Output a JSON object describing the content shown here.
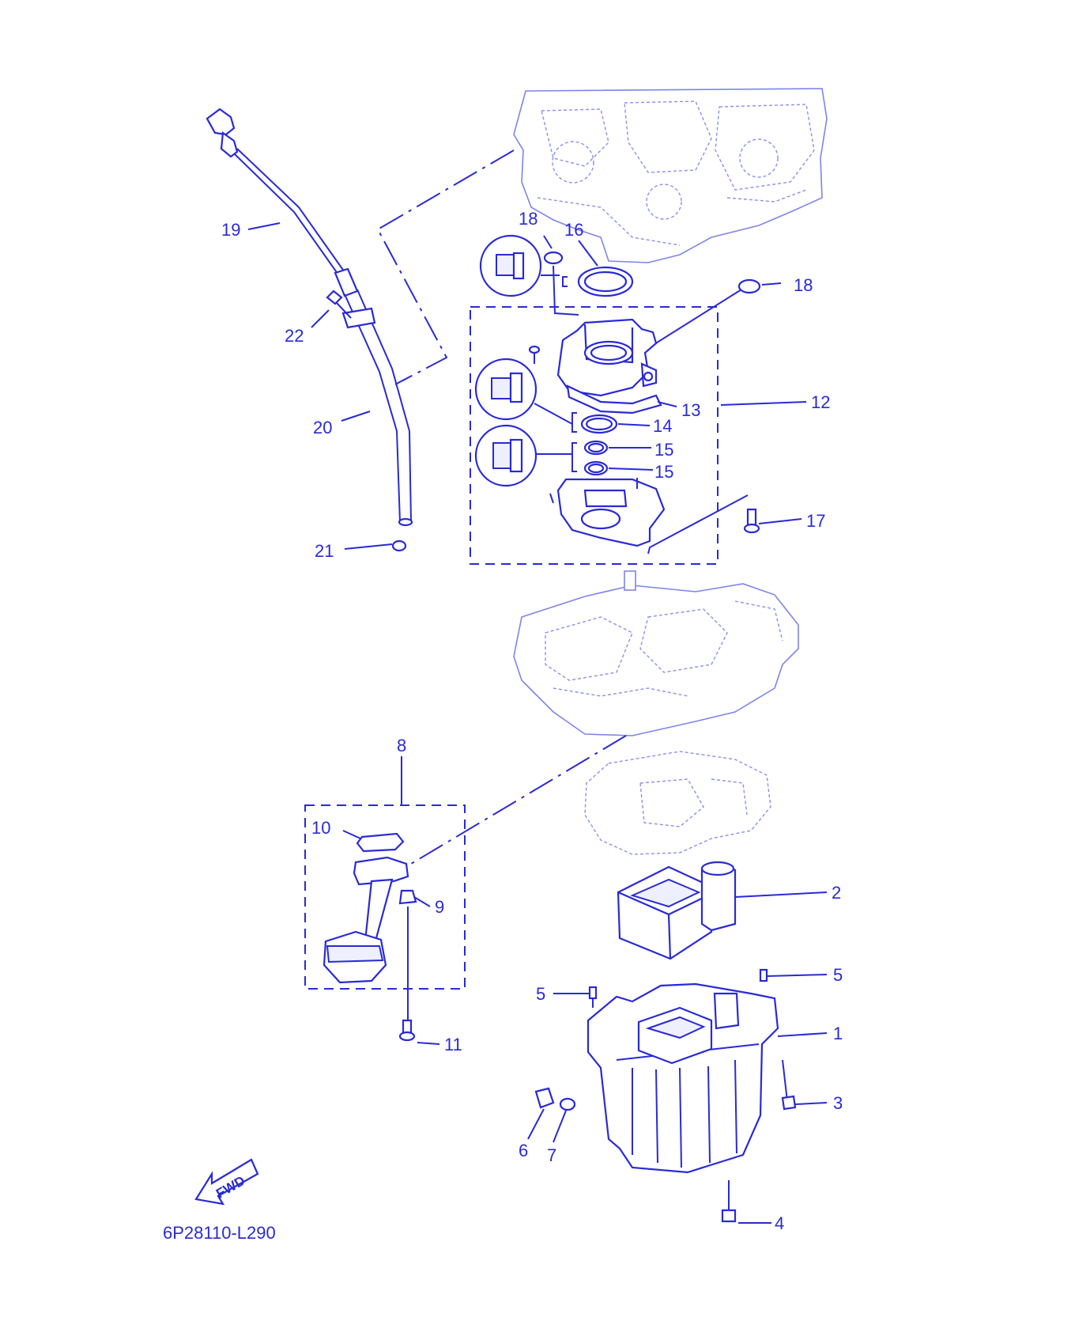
{
  "diagram_code": "6P28110-L290",
  "fwd_label": "FWD",
  "colors": {
    "line": "#2a2ad6",
    "ghost": "#7f84ea",
    "background": "#ffffff"
  },
  "callouts": {
    "p1": "1",
    "p2": "2",
    "p3": "3",
    "p4": "4",
    "p5a": "5",
    "p5b": "5",
    "p6": "6",
    "p7": "7",
    "p8": "8",
    "p9": "9",
    "p10": "10",
    "p11": "11",
    "p12": "12",
    "p13": "13",
    "p14": "14",
    "p15a": "15",
    "p15b": "15",
    "p16": "16",
    "p17": "17",
    "p18a": "18",
    "p18b": "18",
    "p19": "19",
    "p20": "20",
    "p21": "21",
    "p22": "22"
  },
  "icons": [
    "grease-icon",
    "grease-icon",
    "grease-icon",
    "fwd-arrow-icon"
  ]
}
